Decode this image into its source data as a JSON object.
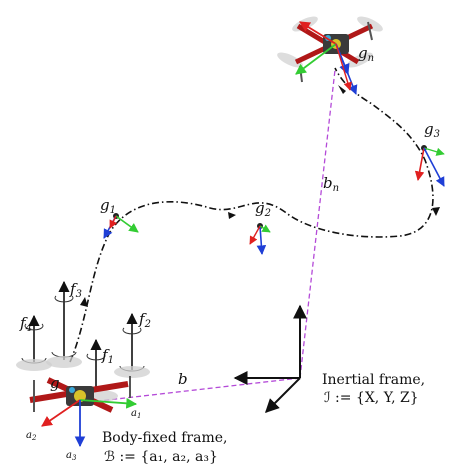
{
  "labels": {
    "g1": "g",
    "g1_sub": "1",
    "g2": "g",
    "g2_sub": "2",
    "g3": "g",
    "g3_sub": "3",
    "gn": "g",
    "gn_sub": "n",
    "g": "g",
    "bn": "b",
    "bn_sub": "n",
    "b": "b",
    "f1": "f",
    "f1_sub": "1",
    "f2": "f",
    "f2_sub": "2",
    "f3": "f",
    "f3_sub": "3",
    "f4": "f",
    "f4_sub": "4",
    "a1": "a",
    "a1_sub": "1",
    "a2": "a",
    "a2_sub": "2",
    "a3": "a",
    "a3_sub": "3"
  },
  "inertial": {
    "line1": "Inertial frame,",
    "line2": "ℐ := {X, Y, Z}"
  },
  "body_frame": {
    "line1": "Body-fixed frame,",
    "line2": "ℬ := {a₁, a₂, a₃}"
  },
  "colors": {
    "trajectory": "#111111",
    "dashed_link": "#b44ad8",
    "axis_red": "#e02020",
    "axis_green": "#33cc33",
    "axis_blue": "#1f3fd6",
    "frame_arm": "#b01818"
  }
}
